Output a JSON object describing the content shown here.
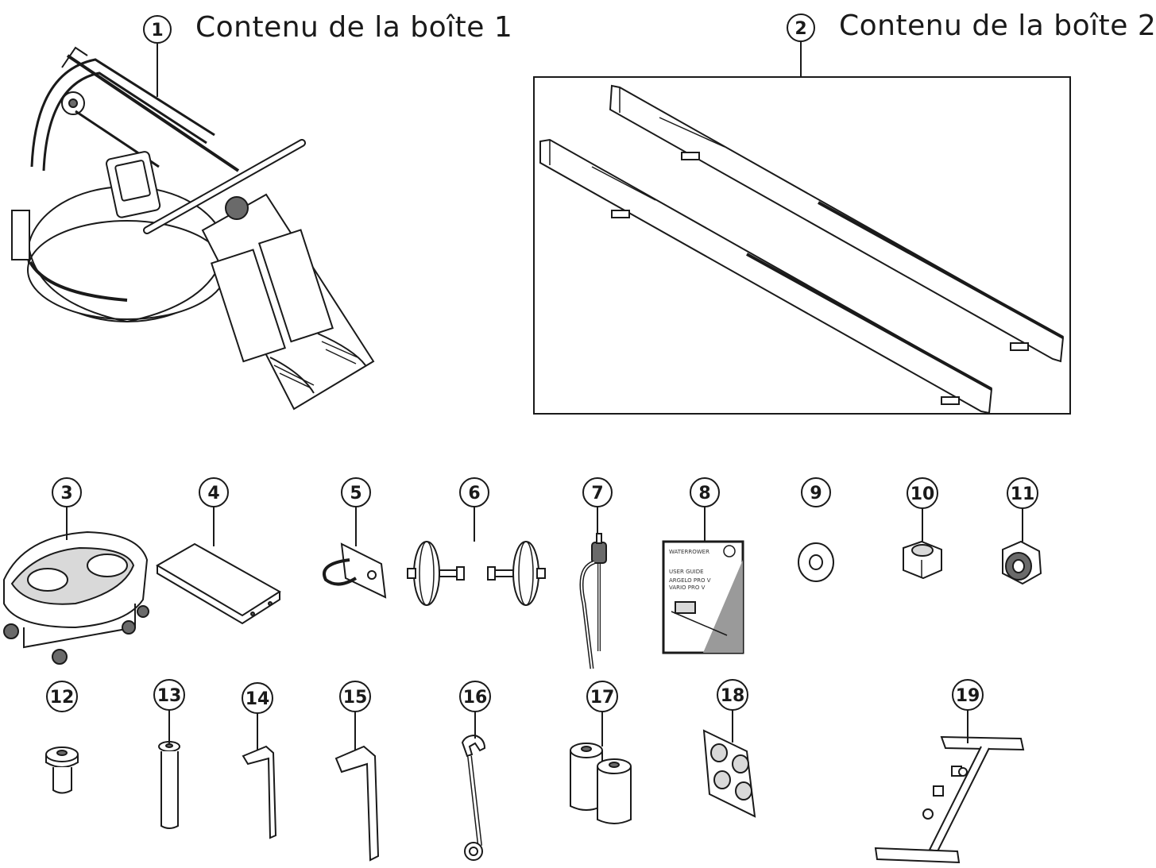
{
  "titles": {
    "box1": "Contenu de la boîte 1",
    "box2": "Contenu de la boîte 2"
  },
  "callouts": [
    "1",
    "2",
    "3",
    "4",
    "5",
    "6",
    "7",
    "8",
    "9",
    "10",
    "11",
    "12",
    "13",
    "14",
    "15",
    "16",
    "17",
    "18",
    "19"
  ],
  "manual": {
    "brand": "WATERROWER",
    "heading": "USER GUIDE",
    "line1": "ARGELO PRO V",
    "line2": "VARIO PRO V"
  }
}
